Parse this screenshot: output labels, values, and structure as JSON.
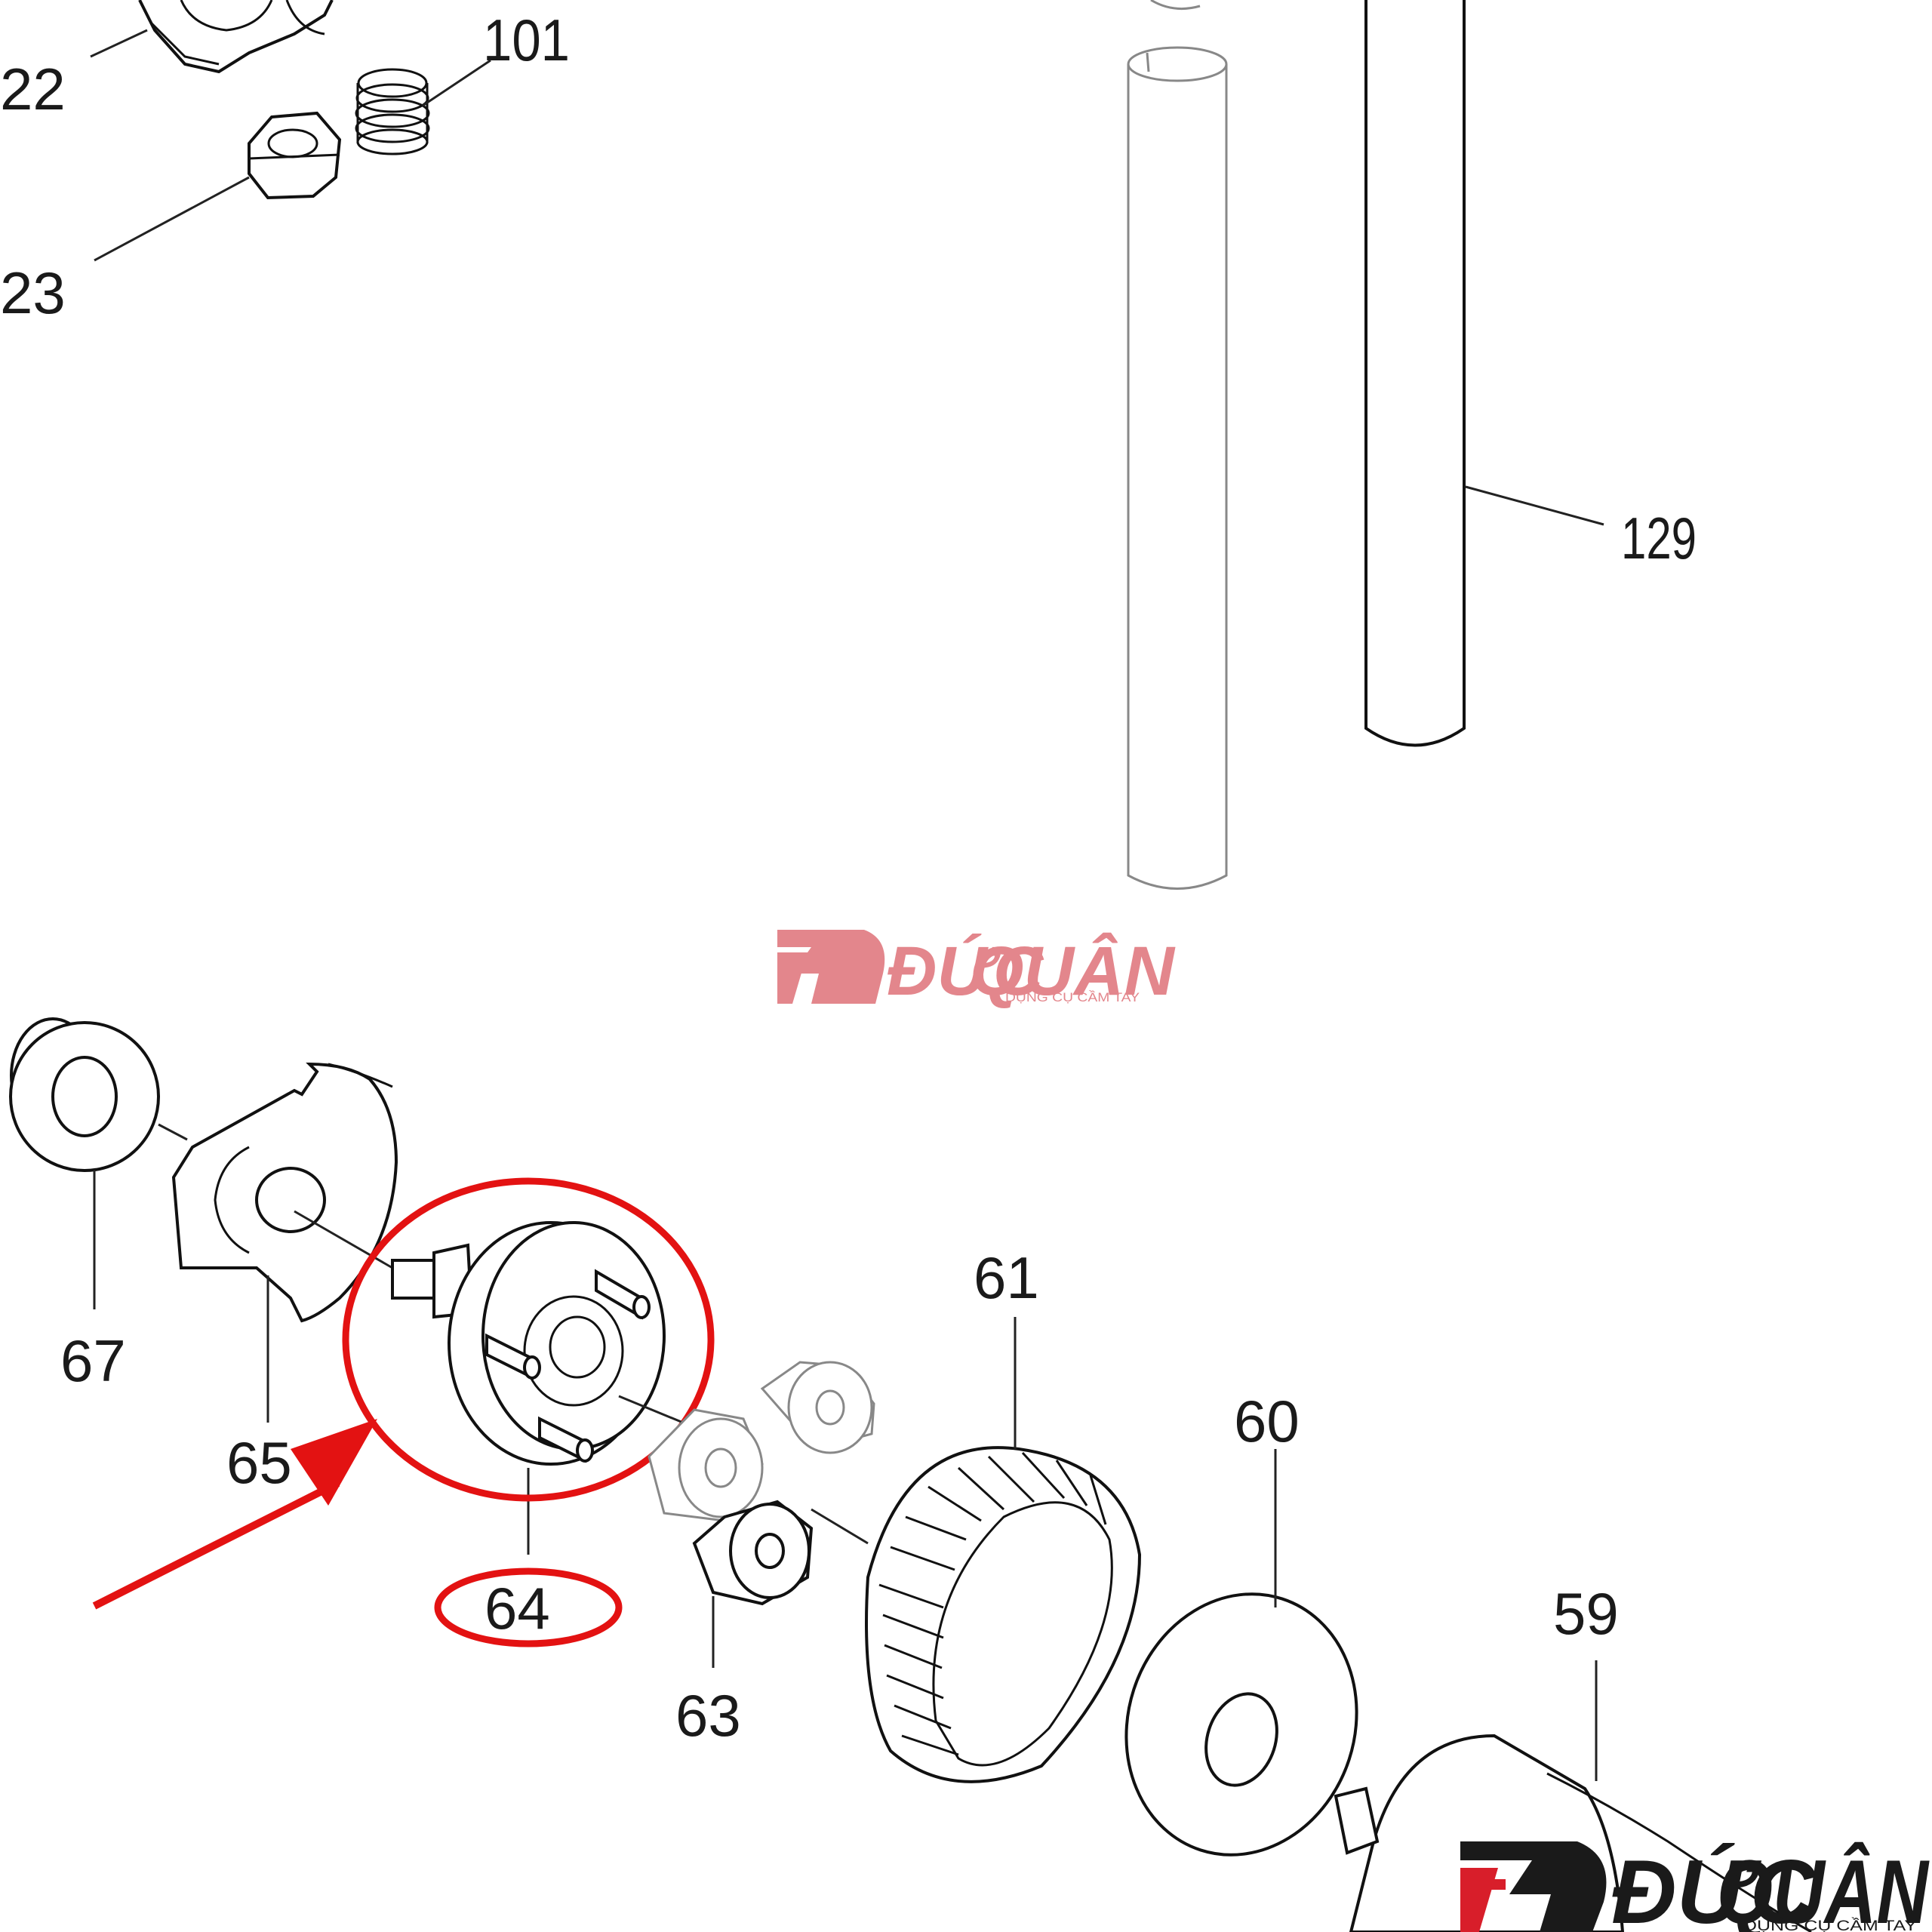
{
  "diagram": {
    "part_labels": {
      "p22": "22",
      "p101": "101",
      "p23": "23",
      "p129": "129",
      "p67": "67",
      "p65": "65",
      "p64": "64",
      "p61": "61",
      "p60": "60",
      "p63": "63",
      "p59": "59"
    },
    "highlighted_part": "64",
    "highlight_color": "#e31212"
  },
  "watermark": {
    "brand_first": "ĐỨC",
    "brand_second": "QUÂN",
    "tagline": "DỤNG CỤ CẦM TAY",
    "center_color": "#e07a80",
    "corner_dark_color": "#1a1a1a",
    "corner_red_color": "#d81e2a"
  }
}
